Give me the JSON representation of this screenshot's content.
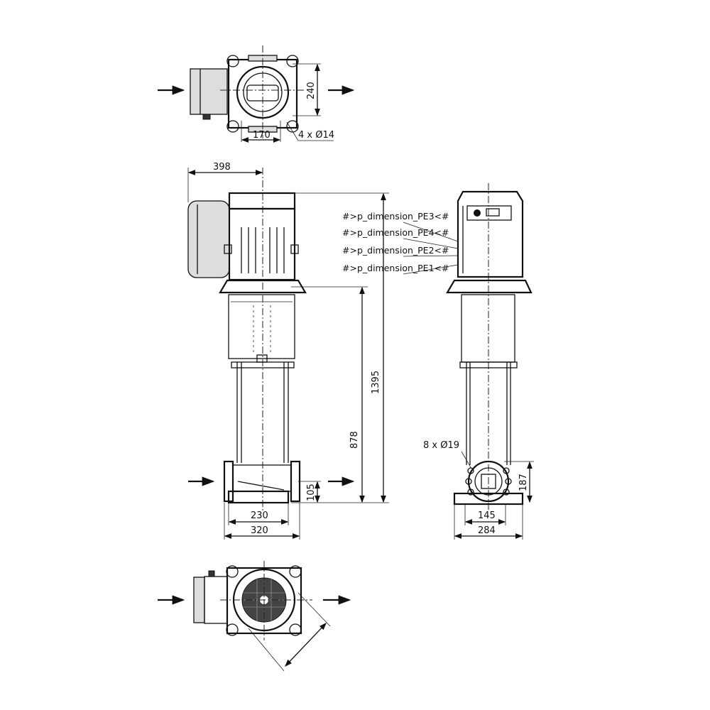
{
  "title": "Vertical multistage pump dimension drawing",
  "top_view": {
    "dim_height": "240",
    "dim_width": "170",
    "holes": "4 x Ø14"
  },
  "front_view": {
    "dim_motor_offset": "398",
    "dim_total_height": "1395",
    "dim_flange_height": "878",
    "dim_axis_height": "105",
    "dim_base_inner": "230",
    "dim_base_outer": "320"
  },
  "side_view": {
    "holes": "8 x Ø19",
    "dim_flange_axis": "187",
    "dim_base_inner": "145",
    "dim_base_outer": "284",
    "placeholders": [
      "#>p_dimension_PE3<#",
      "#>p_dimension_PE4<#",
      "#>p_dimension_PE2<#",
      "#>p_dimension_PE1<#"
    ]
  }
}
